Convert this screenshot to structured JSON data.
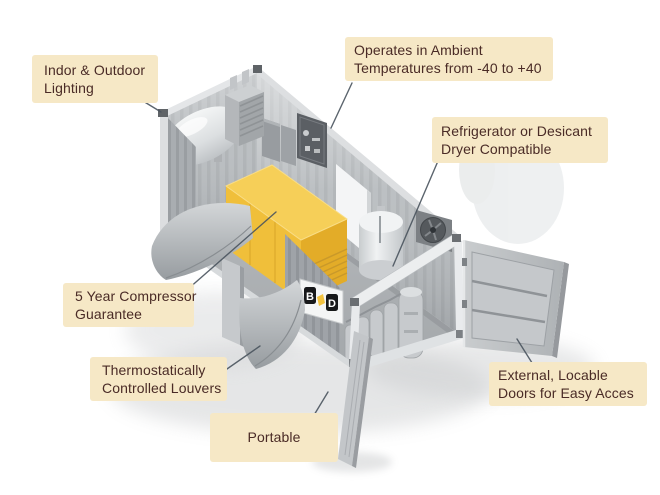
{
  "page": {
    "background": "#ffffff"
  },
  "colors": {
    "label_background": "#f6e8c6",
    "label_text": "#4a2b26",
    "leader_line": "#4a545e",
    "compressor_yellow": "#f0bf3a",
    "container_grey": "#b7bbbe",
    "logo_yellow": "#f2c23f"
  },
  "logo": {
    "left_letter": "B",
    "right_letter": "D"
  },
  "callouts": [
    {
      "id": "lighting",
      "line1": "Indor & Outdoor",
      "line2": "Lighting"
    },
    {
      "id": "ambient",
      "line1": "Operates in Ambient",
      "line2": "Temperatures from -40 to +40"
    },
    {
      "id": "dryer",
      "line1": "Refrigerator or Desicant",
      "line2": "Dryer Compatible"
    },
    {
      "id": "guarantee",
      "line1": "5 Year Compressor",
      "line2": "Guarantee"
    },
    {
      "id": "louvers",
      "line1": "Thermostatically",
      "line2": "Controlled Louvers"
    },
    {
      "id": "portable",
      "line1": "Portable",
      "line2": ""
    },
    {
      "id": "doors",
      "line1": "External, Locable",
      "line2": "Doors for Easy Acces"
    }
  ]
}
